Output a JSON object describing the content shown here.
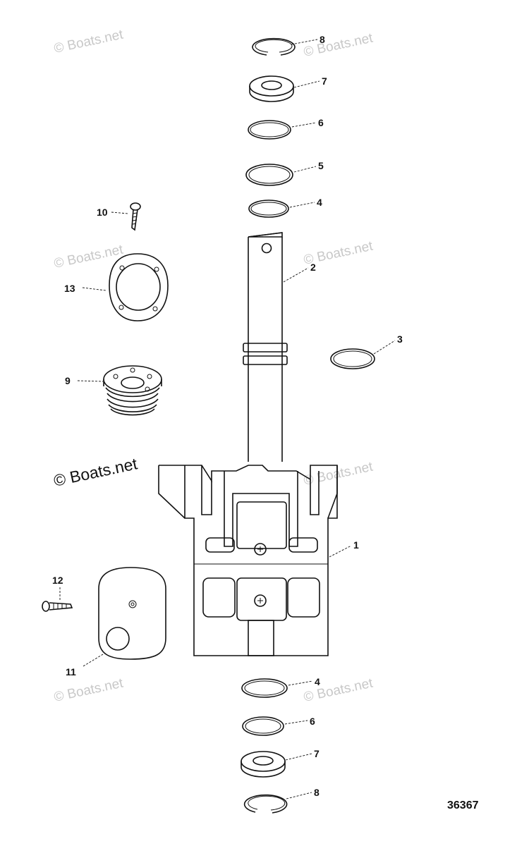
{
  "callouts": {
    "c1": "1",
    "c2": "2",
    "c3": "3",
    "c4a": "4",
    "c4b": "4",
    "c5": "5",
    "c6a": "6",
    "c6b": "6",
    "c7a": "7",
    "c7b": "7",
    "c8a": "8",
    "c8b": "8",
    "c9": "9",
    "c10": "10",
    "c11": "11",
    "c12": "12",
    "c13": "13"
  },
  "watermark": {
    "light": "© Boats.net",
    "dark": "© Boats.net"
  },
  "figure_number": "36367",
  "colors": {
    "line": "#111111",
    "watermark": "#c8c8c8",
    "background": "#ffffff"
  }
}
